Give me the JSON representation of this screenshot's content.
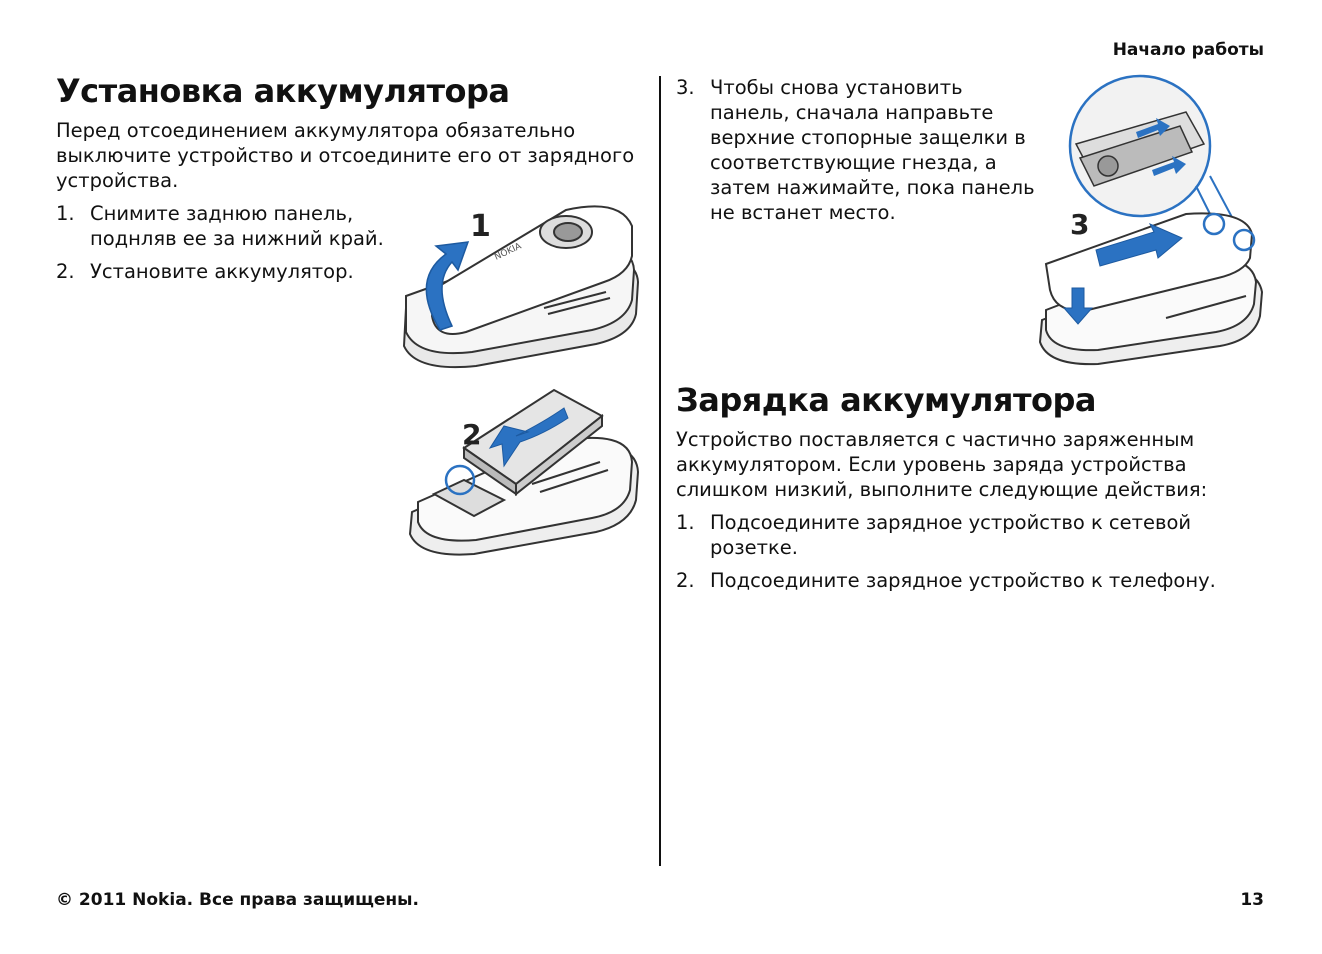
{
  "header": {
    "section_title": "Начало работы"
  },
  "left": {
    "heading": "Установка аккумулятора",
    "intro": "Перед отсоединением аккумулятора обязательно выключите устройство и отсоедините его от зарядного устройства.",
    "steps": [
      {
        "num": "1.",
        "text": "Снимите заднюю панель, поднляв ее за нижний край."
      },
      {
        "num": "2.",
        "text": "Установите аккумулятор."
      }
    ]
  },
  "right": {
    "step3": {
      "num": "3.",
      "text": "Чтобы снова установить панель, сначала направьте верхние стопорные защелки в соответствующие гнезда, а затем нажимайте, пока панель не встанет место."
    },
    "heading": "Зарядка аккумулятора",
    "intro": "Устройство поставляется с частично заряженным аккумулятором. Если уровень заряда устройства слишком низкий, выполните следующие действия:",
    "steps": [
      {
        "num": "1.",
        "text": "Подсоедините зарядное устройство к сетевой розетке."
      },
      {
        "num": "2.",
        "text": "Подсоедините зарядное устройство к телефону."
      }
    ]
  },
  "illustrations": {
    "fig1": {
      "step_label": "1",
      "brand": "NOKIA",
      "icon": "remove-back-cover-illustration"
    },
    "fig2": {
      "step_label": "2",
      "icon": "insert-battery-illustration"
    },
    "fig3": {
      "step_label": "3",
      "icon": "replace-back-cover-illustration"
    }
  },
  "footer": {
    "copyright": "© 2011 Nokia. Все права защищены.",
    "page_number": "13"
  },
  "colors": {
    "accent_blue": "#2b72c2",
    "ink": "#111111",
    "line_gray": "#333333"
  }
}
